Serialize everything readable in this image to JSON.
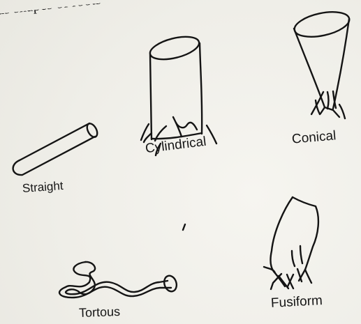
{
  "header_text": "us shapes of roots",
  "labels": {
    "straight": "Straight",
    "cylindrical": "Cylindrical",
    "conical": "Conical",
    "fusiform": "Fusiform",
    "tortous": "Tortous"
  },
  "icons": [
    "straight-root-icon",
    "cylindrical-root-icon",
    "conical-root-icon",
    "fusiform-root-icon",
    "tortous-root-icon"
  ]
}
